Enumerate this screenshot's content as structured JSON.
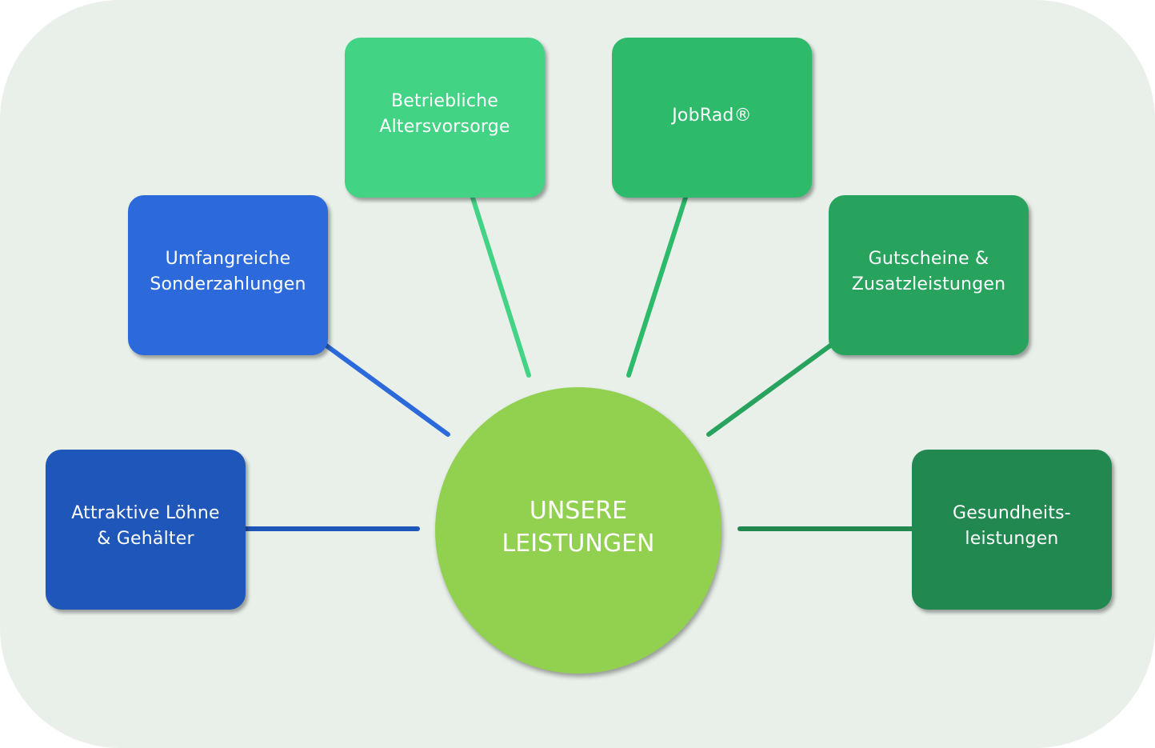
{
  "diagram": {
    "center": {
      "label": "UNSERE\nLEISTUNGEN",
      "color": "#92d050"
    },
    "nodes": [
      {
        "id": "attraktive-loehne",
        "label": "Attraktive Löhne\n& Gehälter",
        "color": "#1f56b9"
      },
      {
        "id": "sonderzahlungen",
        "label": "Umfangreiche\nSonderzahlungen",
        "color": "#2c6adb"
      },
      {
        "id": "altersvorsorge",
        "label": "Betriebliche\nAltersvorsorge",
        "color": "#43d385"
      },
      {
        "id": "jobrad",
        "label": "JobRad®",
        "color": "#2dba6a"
      },
      {
        "id": "gutscheine",
        "label": "Gutscheine &\nZusatzleistungen",
        "color": "#27a35d"
      },
      {
        "id": "gesundheit",
        "label": "Gesundheits-\nleistungen",
        "color": "#218850"
      }
    ],
    "background": "#e9f0ea"
  }
}
